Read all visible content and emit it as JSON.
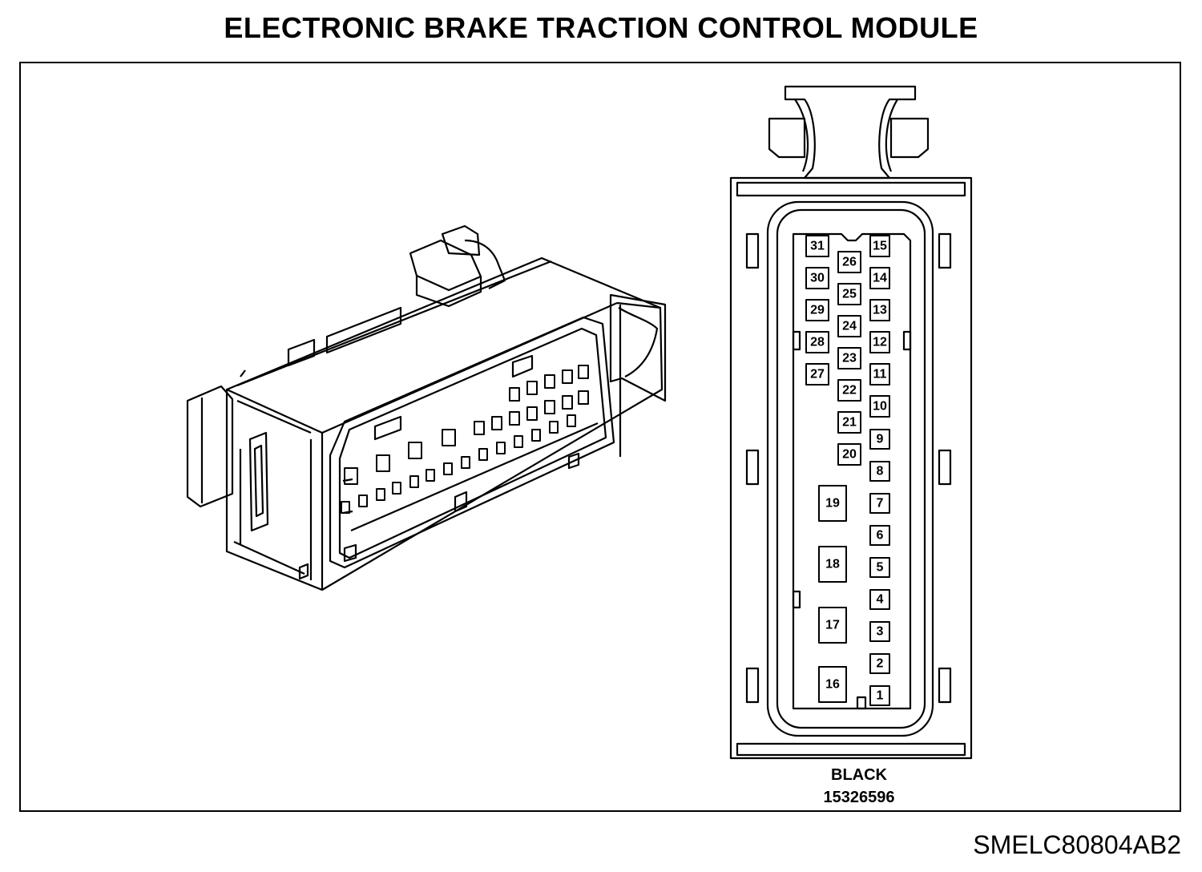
{
  "title": "ELECTRONIC BRAKE TRACTION CONTROL MODULE",
  "connector": {
    "color": "BLACK",
    "part_number": "15326596",
    "pins": [
      "1",
      "2",
      "3",
      "4",
      "5",
      "6",
      "7",
      "8",
      "9",
      "10",
      "11",
      "12",
      "13",
      "14",
      "15",
      "16",
      "17",
      "18",
      "19",
      "20",
      "21",
      "22",
      "23",
      "24",
      "25",
      "26",
      "27",
      "28",
      "29",
      "30",
      "31"
    ]
  },
  "figure_id": "SMELC80804AB2"
}
